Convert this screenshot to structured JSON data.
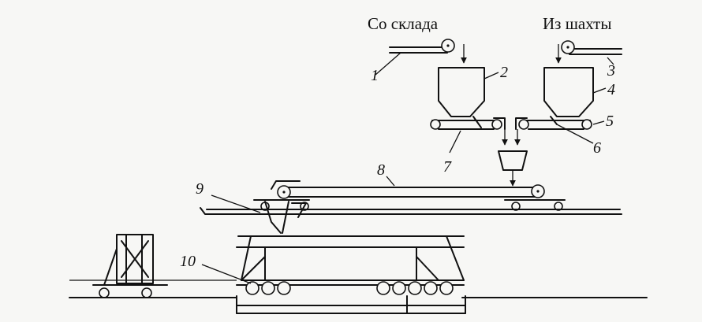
{
  "labels": {
    "from_storage": "Со склада",
    "from_mine": "Из шахты"
  },
  "numbers": {
    "n1": "1",
    "n2": "2",
    "n3": "3",
    "n4": "4",
    "n5": "5",
    "n6": "6",
    "n7": "7",
    "n8": "8",
    "n9": "9",
    "n10": "10"
  }
}
